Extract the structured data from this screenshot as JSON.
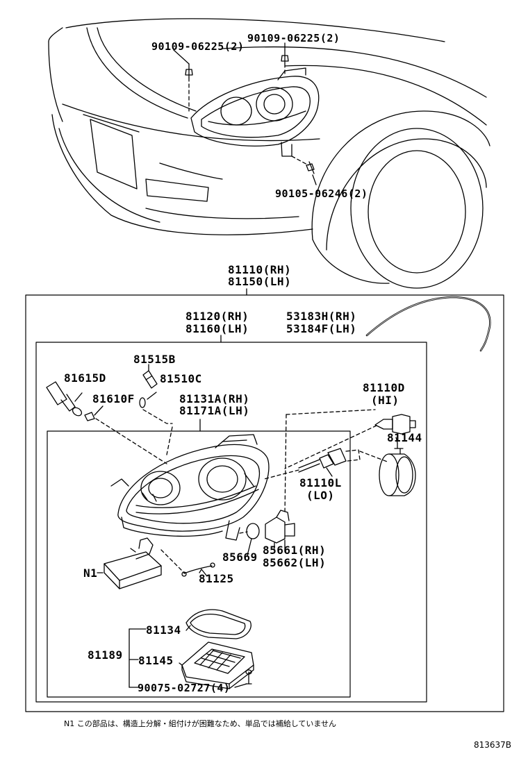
{
  "labels": {
    "bolt_left": "90109-06225(2)",
    "bolt_right": "90109-06225(2)",
    "bolt_bottom": "90105-06246(2)",
    "assy_rh": "81110(RH)",
    "assy_lh": "81150(LH)",
    "unit_rh": "81120(RH)",
    "unit_lh": "81160(LH)",
    "cable_rh": "53183H(RH)",
    "cable_lh": "53184F(LH)",
    "p81515b": "81515B",
    "p81615d": "81615D",
    "p81510c": "81510C",
    "p81610f": "81610F",
    "lens_rh": "81131A(RH)",
    "lens_lh": "81171A(LH)",
    "bulb_hi": "81110D",
    "bulb_hi_tag": "(HI)",
    "p81144": "81144",
    "bulb_lo": "81110L",
    "bulb_lo_tag": "(LO)",
    "p85669": "85669",
    "p85661": "85661(RH)",
    "p85662": "85662(LH)",
    "n1": "N1",
    "p81125": "81125",
    "p81134": "81134",
    "p81189": "81189",
    "p81145": "81145",
    "screw": "90075-02727(4)"
  },
  "footnote": "N1 この部品は、構造上分解・組付けが困難なため、単品では補給していません",
  "diagram_code": "813637B"
}
